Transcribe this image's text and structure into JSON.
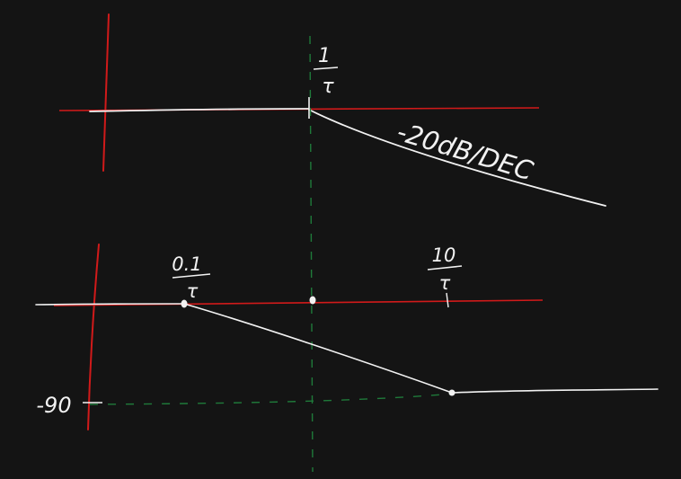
{
  "diagram": {
    "type": "bode-sketch",
    "colors": {
      "background": "#141414",
      "axes": "#d11a1a",
      "curve": "#f2f2f2",
      "guide": "#1f7a3a"
    },
    "magnitude_plot": {
      "corner_label_numerator": "1",
      "corner_label_denominator": "τ",
      "slope_label": "-20dB/DEC"
    },
    "phase_plot": {
      "low_label_numerator": "0.1",
      "low_label_denominator": "τ",
      "high_label_numerator": "10",
      "high_label_denominator": "τ",
      "phase_value_label": "-90"
    }
  }
}
